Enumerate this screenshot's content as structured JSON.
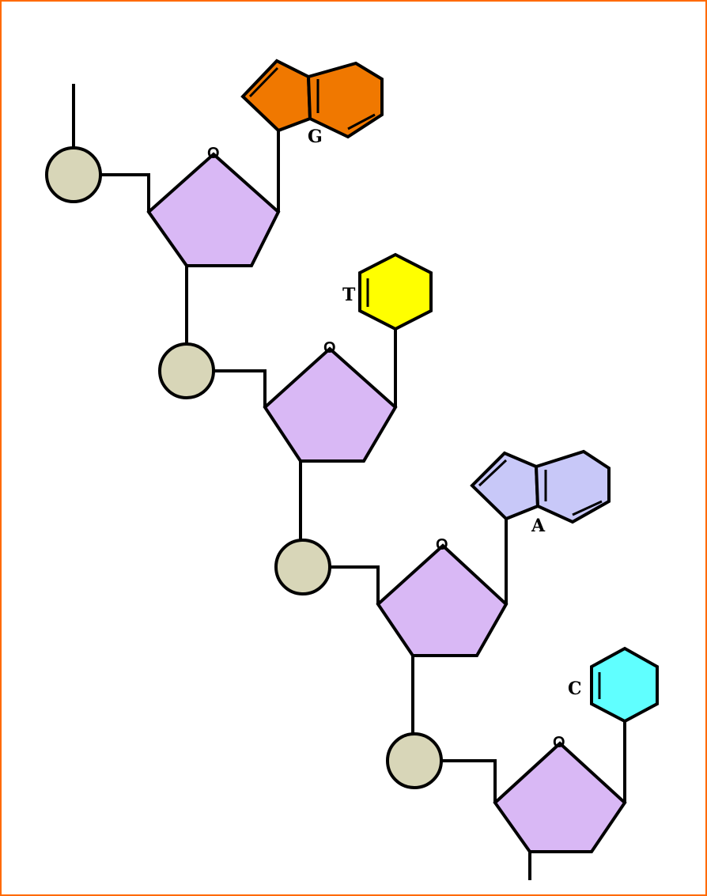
{
  "colors": {
    "frame": "#ff6a00",
    "phosphate": "#d8d6b8",
    "sugar": "#d9b8f5",
    "stroke": "#000000",
    "guanine": "#f07800",
    "thymine": "#ffff00",
    "adenine": "#c8c8f8",
    "cytosine": "#60ffff"
  },
  "sugar_label": "O",
  "nucleotides": [
    {
      "base": "guanine",
      "letter": "G",
      "color": "#f07800",
      "shape": "purine"
    },
    {
      "base": "thymine",
      "letter": "T",
      "color": "#ffff00",
      "shape": "pyrimidine"
    },
    {
      "base": "adenine",
      "letter": "A",
      "color": "#c8c8f8",
      "shape": "purine"
    },
    {
      "base": "cytosine",
      "letter": "C",
      "color": "#60ffff",
      "shape": "pyrimidine"
    }
  ]
}
